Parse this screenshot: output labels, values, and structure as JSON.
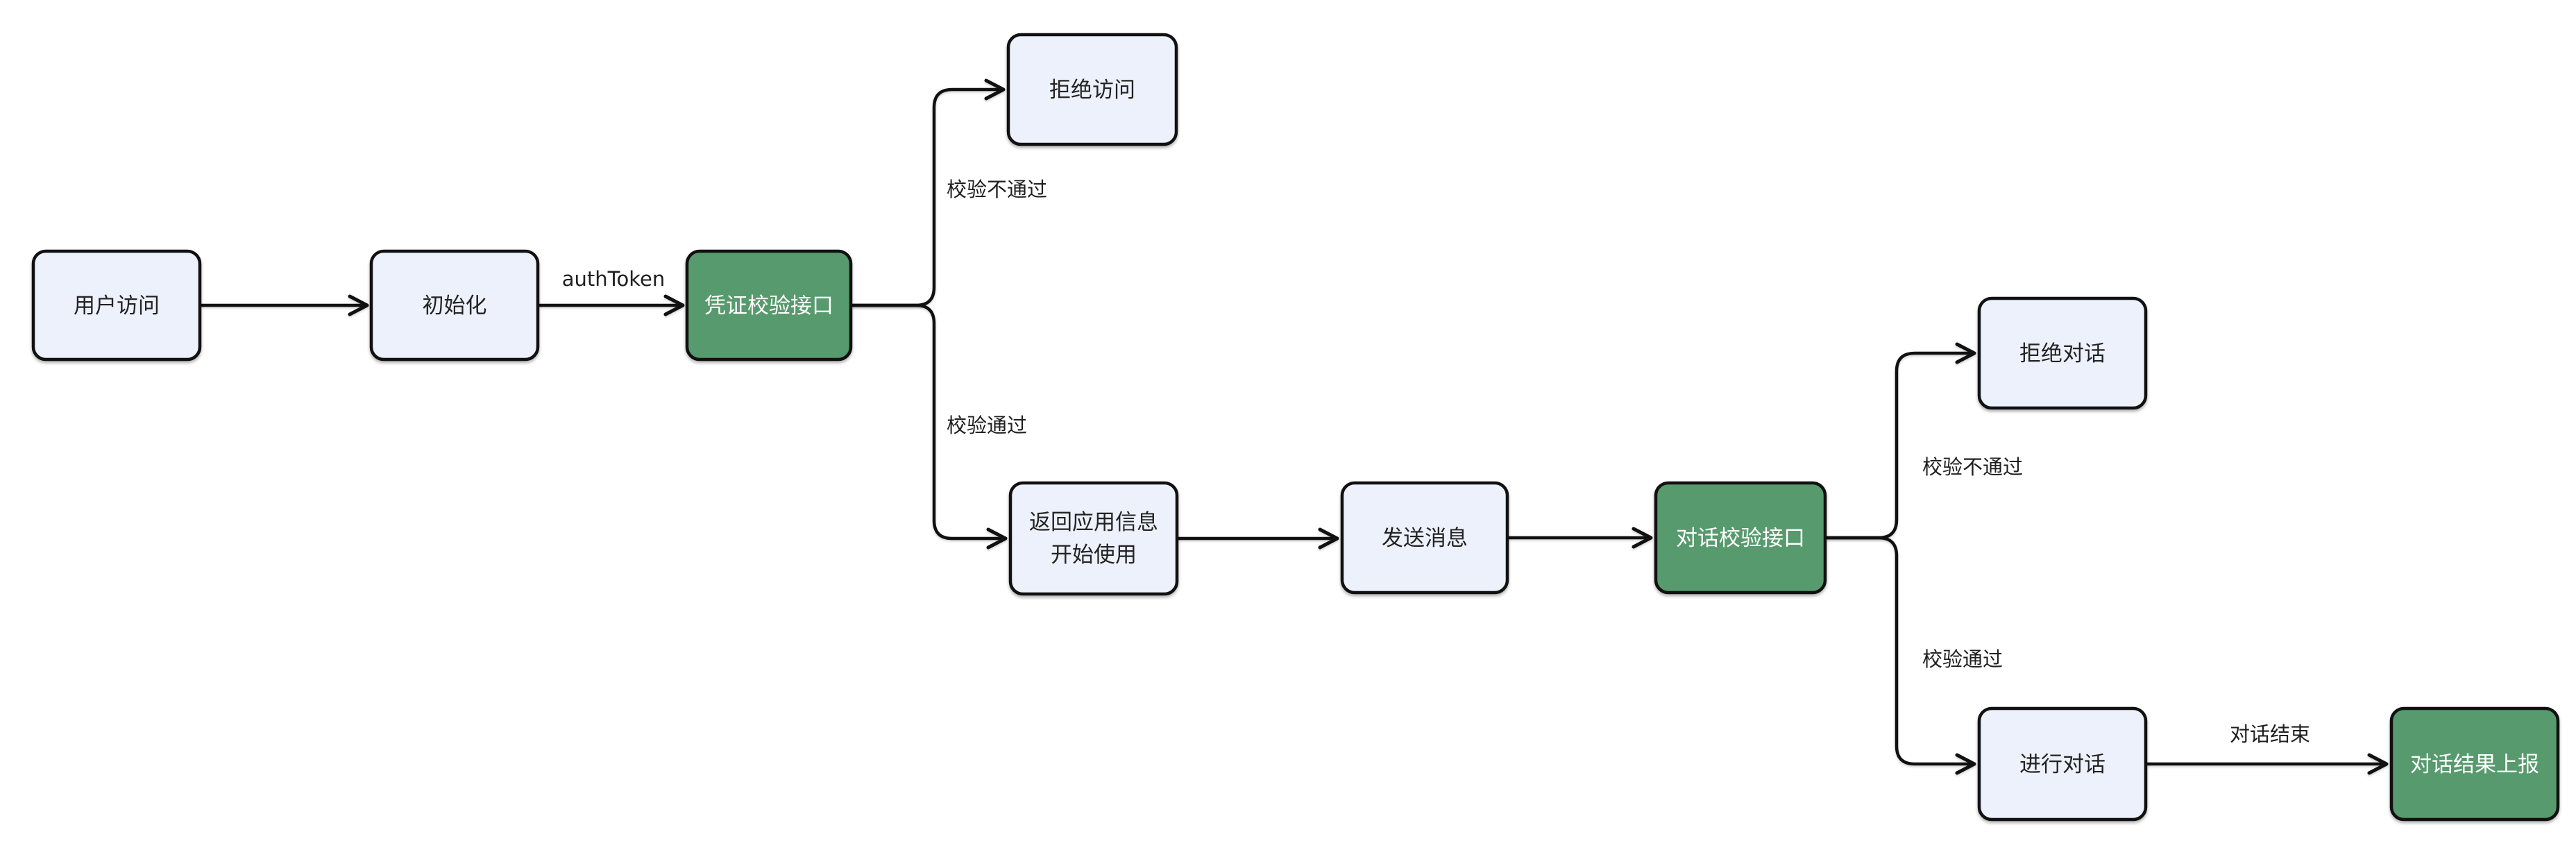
{
  "diagram": {
    "type": "flowchart",
    "background": "#ffffff",
    "palette": {
      "node_fill": "#edf1fb",
      "accent_node_fill": "#579a6d",
      "stroke": "#111111",
      "node_text": "#232323",
      "accent_node_text": "#ffffff",
      "edge_label_text": "#1f1f1f"
    },
    "nodes": [
      {
        "id": "user-access",
        "label": "用户访问",
        "variant": "default"
      },
      {
        "id": "init",
        "label": "初始化",
        "variant": "default"
      },
      {
        "id": "credential-check-api",
        "label": "凭证校验接口",
        "variant": "accent"
      },
      {
        "id": "deny-access",
        "label": "拒绝访问",
        "variant": "default"
      },
      {
        "id": "return-app-info",
        "label_line1": "返回应用信息",
        "label_line2": "开始使用",
        "variant": "default"
      },
      {
        "id": "send-message",
        "label": "发送消息",
        "variant": "default"
      },
      {
        "id": "dialog-check-api",
        "label": "对话校验接口",
        "variant": "accent"
      },
      {
        "id": "deny-dialog",
        "label": "拒绝对话",
        "variant": "default"
      },
      {
        "id": "conduct-dialog",
        "label": "进行对话",
        "variant": "default"
      },
      {
        "id": "report-dialog-result",
        "label": "对话结果上报",
        "variant": "accent"
      }
    ],
    "edge_labels": {
      "auth_token": "authToken",
      "check_fail_1": "校验不通过",
      "check_pass_1": "校验通过",
      "check_fail_2": "校验不通过",
      "check_pass_2": "校验通过",
      "dialog_end": "对话结束"
    },
    "edges": [
      {
        "from": "user-access",
        "to": "init",
        "label": ""
      },
      {
        "from": "init",
        "to": "credential-check-api",
        "label": "authToken"
      },
      {
        "from": "credential-check-api",
        "to": "deny-access",
        "label": "校验不通过"
      },
      {
        "from": "credential-check-api",
        "to": "return-app-info",
        "label": "校验通过"
      },
      {
        "from": "return-app-info",
        "to": "send-message",
        "label": ""
      },
      {
        "from": "send-message",
        "to": "dialog-check-api",
        "label": ""
      },
      {
        "from": "dialog-check-api",
        "to": "deny-dialog",
        "label": "校验不通过"
      },
      {
        "from": "dialog-check-api",
        "to": "conduct-dialog",
        "label": "校验通过"
      },
      {
        "from": "conduct-dialog",
        "to": "report-dialog-result",
        "label": "对话结束"
      }
    ]
  }
}
